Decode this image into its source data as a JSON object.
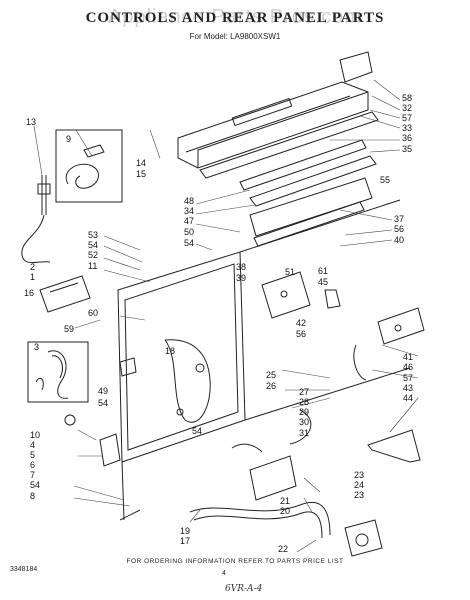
{
  "header": {
    "title": "CONTROLS AND REAR PANEL PARTS",
    "watermark": "Appliance Parts Pros.com",
    "subtitle": "For Model: LA9800XSW1"
  },
  "footer": {
    "note": "FOR ORDERING INFORMATION REFER TO PARTS PRICE LIST",
    "code": "3348184",
    "page": "4",
    "handwritten": "6VR-A-4"
  },
  "callouts": {
    "c58": "58",
    "c32": "32",
    "c57": "57",
    "c33": "33",
    "c36": "36",
    "c35": "35",
    "c55": "55",
    "c37": "37",
    "c56r": "56",
    "c40": "40",
    "c13": "13",
    "c9": "9",
    "c14": "14",
    "c15": "15",
    "c48": "48",
    "c34": "34",
    "c47": "47",
    "c50": "50",
    "c54a": "54",
    "c53": "53",
    "c54b": "54",
    "c52": "52",
    "c11": "11",
    "c2": "2",
    "c1": "1",
    "c16": "16",
    "c38": "38",
    "c39": "39",
    "c51": "51",
    "c61": "61",
    "c45": "45",
    "c60": "60",
    "c59": "59",
    "c42": "42",
    "c56m": "56",
    "c3": "3",
    "c18": "18",
    "c49": "49",
    "c54c": "54",
    "c25": "25",
    "c26": "26",
    "c27": "27",
    "c28": "28",
    "c29": "29",
    "c30": "30",
    "c31": "31",
    "c41": "41",
    "c46": "46",
    "c57b": "57",
    "c43": "43",
    "c44": "44",
    "c10": "10",
    "c4": "4",
    "c5": "5",
    "c6": "6",
    "c7": "7",
    "c54d": "54",
    "c8": "8",
    "c54e": "54",
    "c23a": "23",
    "c24": "24",
    "c23b": "23",
    "c21": "21",
    "c20": "20",
    "c19": "19",
    "c17": "17",
    "c22": "22"
  }
}
